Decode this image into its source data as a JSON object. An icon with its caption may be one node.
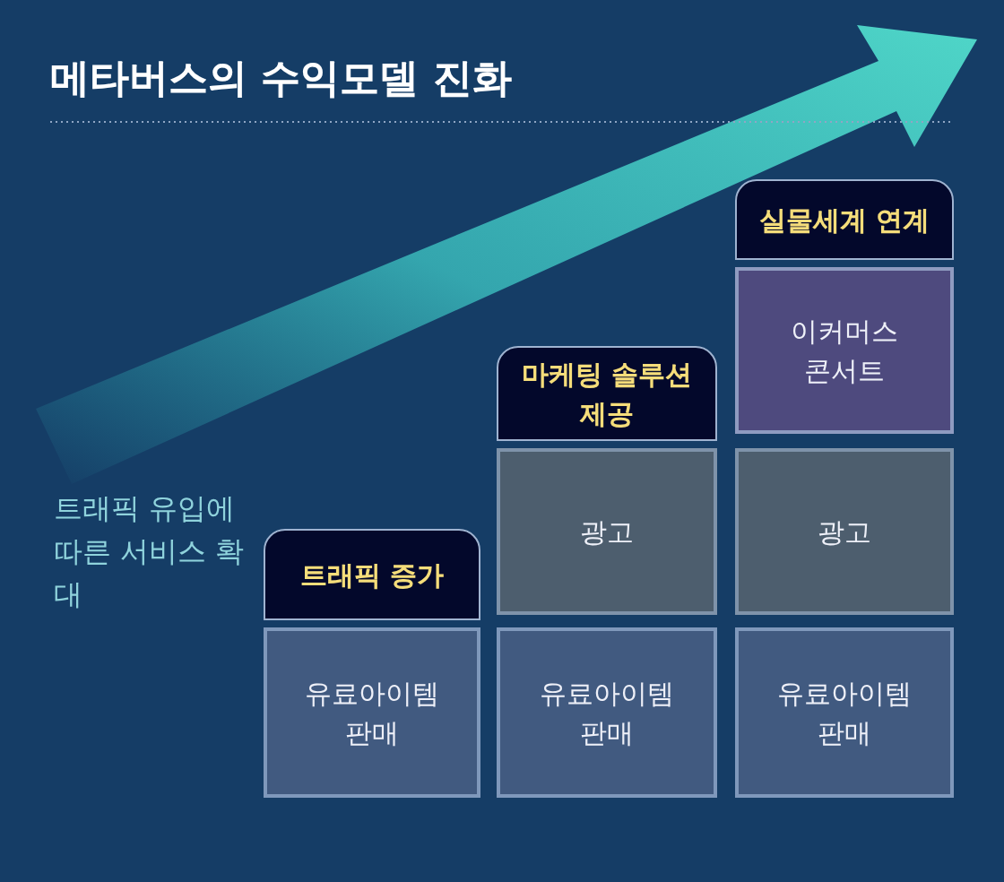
{
  "diagram": {
    "title": "메타버스의 수익모델 진화",
    "nodes": [
      {
        "text": [
          "실물세계 연계"
        ]
      },
      {
        "text": [
          "이커머스 콘서트"
        ]
      },
      {
        "text": [
          "마케팅 솔루션 제공"
        ]
      },
      {
        "text": [
          "광고"
        ]
      },
      {
        "text": [
          "광고"
        ]
      },
      {
        "text": [
          "트래픽 증가"
        ]
      },
      {
        "text": [
          "유료아이템 판매"
        ]
      },
      {
        "text": [
          "유료아이템 판매"
        ]
      },
      {
        "text": [
          "유료아이템 판매"
        ]
      }
    ],
    "labels": [
      "트래픽 유입에 따른 서비스 확대"
    ]
  }
}
